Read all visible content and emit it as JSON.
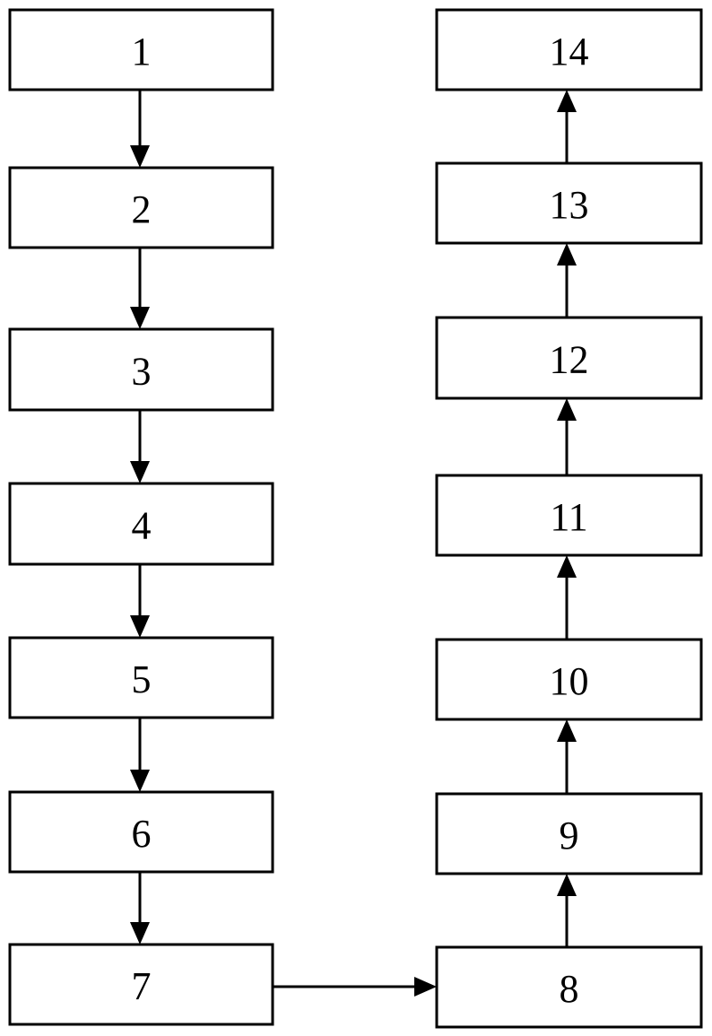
{
  "diagram": {
    "nodes": [
      {
        "id": "n1",
        "label": "1"
      },
      {
        "id": "n2",
        "label": "2"
      },
      {
        "id": "n3",
        "label": "3"
      },
      {
        "id": "n4",
        "label": "4"
      },
      {
        "id": "n5",
        "label": "5"
      },
      {
        "id": "n6",
        "label": "6"
      },
      {
        "id": "n7",
        "label": "7"
      },
      {
        "id": "n8",
        "label": "8"
      },
      {
        "id": "n9",
        "label": "9"
      },
      {
        "id": "n10",
        "label": "10"
      },
      {
        "id": "n11",
        "label": "11"
      },
      {
        "id": "n12",
        "label": "12"
      },
      {
        "id": "n13",
        "label": "13"
      },
      {
        "id": "n14",
        "label": "14"
      }
    ],
    "edges": [
      {
        "from": "n1",
        "to": "n2"
      },
      {
        "from": "n2",
        "to": "n3"
      },
      {
        "from": "n3",
        "to": "n4"
      },
      {
        "from": "n4",
        "to": "n5"
      },
      {
        "from": "n5",
        "to": "n6"
      },
      {
        "from": "n6",
        "to": "n7"
      },
      {
        "from": "n7",
        "to": "n8"
      },
      {
        "from": "n8",
        "to": "n9"
      },
      {
        "from": "n9",
        "to": "n10"
      },
      {
        "from": "n10",
        "to": "n11"
      },
      {
        "from": "n11",
        "to": "n12"
      },
      {
        "from": "n12",
        "to": "n13"
      },
      {
        "from": "n13",
        "to": "n14"
      }
    ]
  }
}
